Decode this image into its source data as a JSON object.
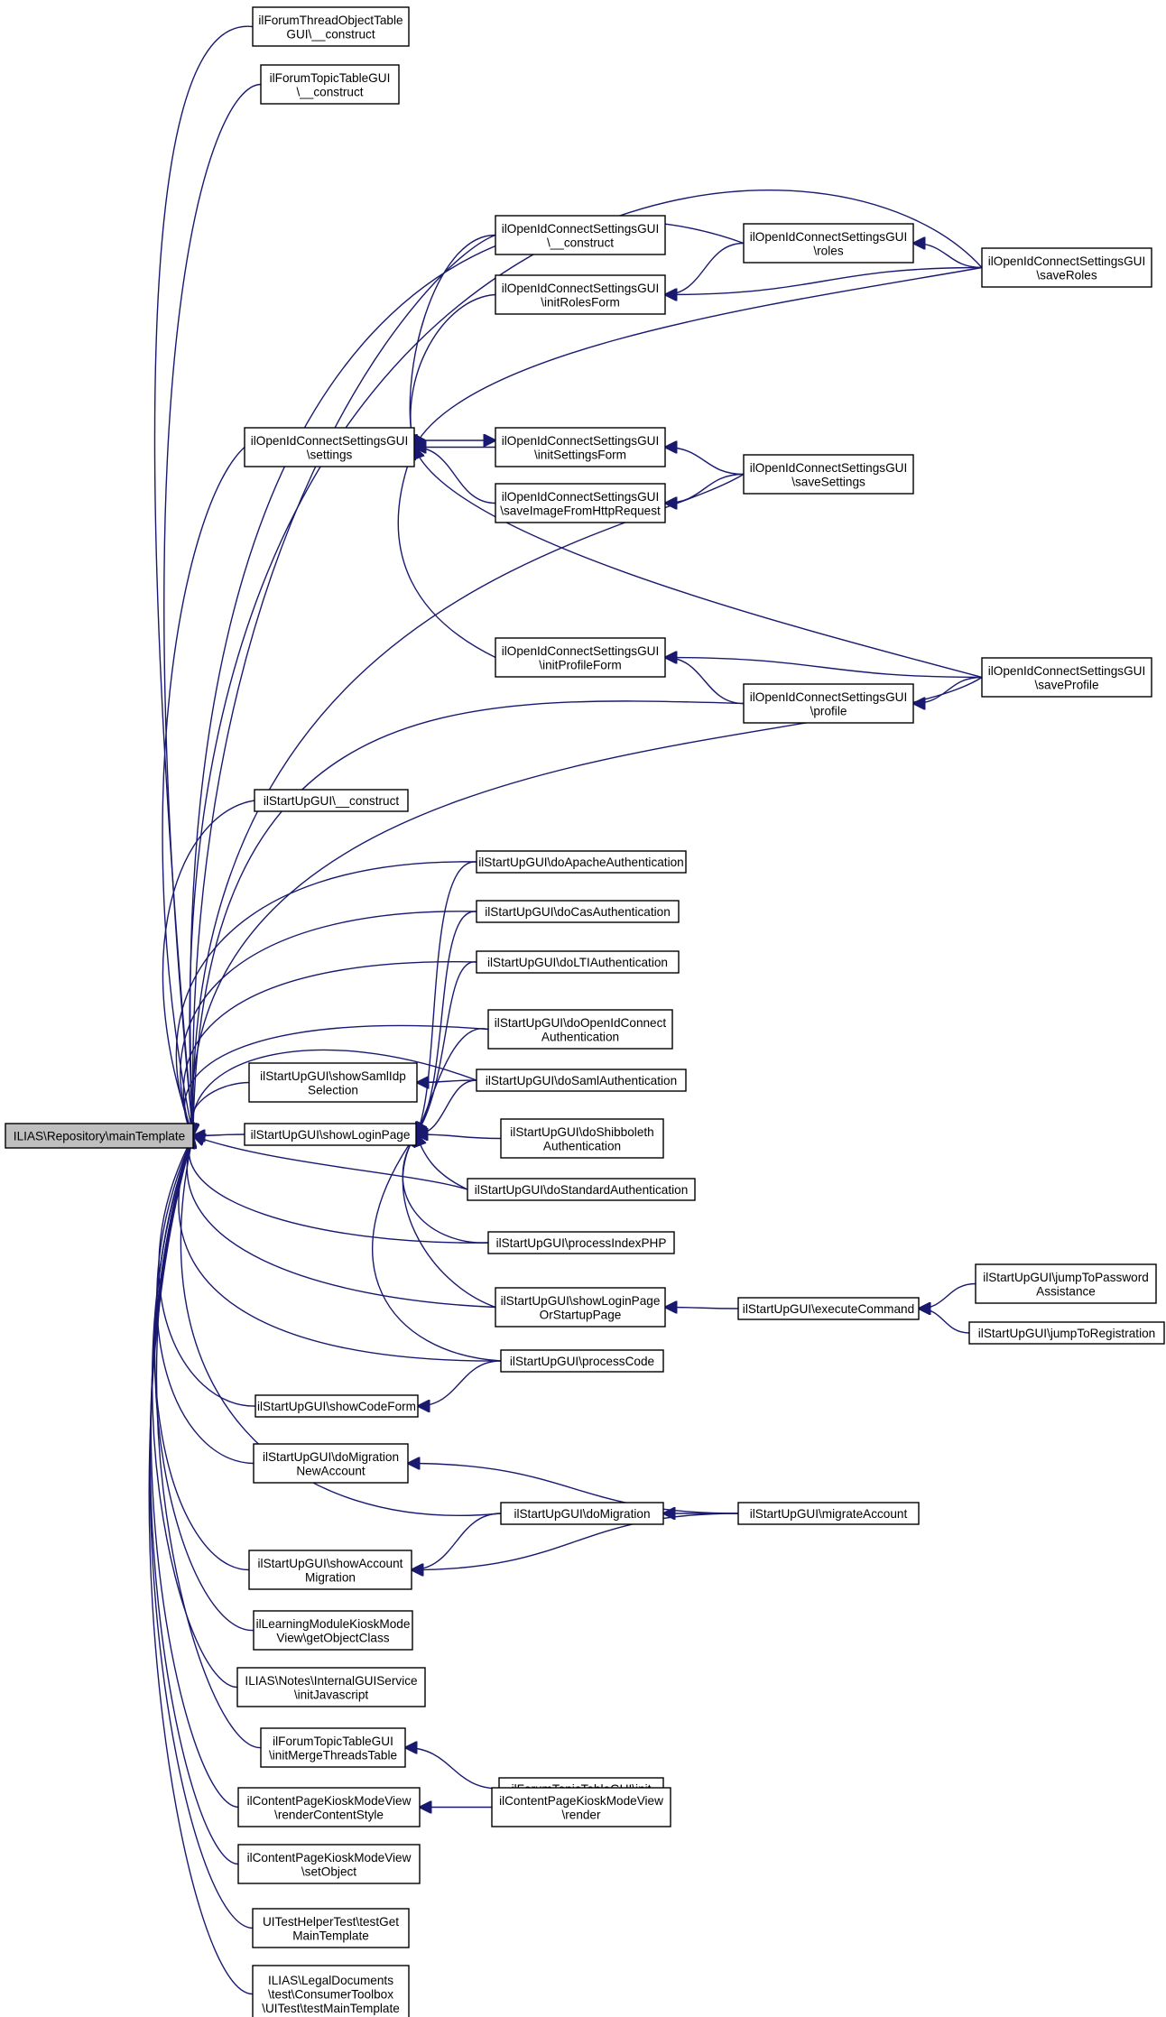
{
  "diagram": {
    "nodes": [
      {
        "id": "root",
        "lines": [
          "ILIAS\\Repository\\mainTemplate"
        ]
      },
      {
        "id": "n1",
        "lines": [
          "ilForumThreadObjectTable",
          "GUI\\__construct"
        ]
      },
      {
        "id": "n2",
        "lines": [
          "ilForumTopicTableGUI",
          "\\__construct"
        ]
      },
      {
        "id": "n3",
        "lines": [
          "ilOpenIdConnectSettingsGUI",
          "\\__construct"
        ]
      },
      {
        "id": "n4",
        "lines": [
          "ilOpenIdConnectSettingsGUI",
          "\\roles"
        ]
      },
      {
        "id": "n5",
        "lines": [
          "ilOpenIdConnectSettingsGUI",
          "\\saveRoles"
        ]
      },
      {
        "id": "n6",
        "lines": [
          "ilOpenIdConnectSettingsGUI",
          "\\initRolesForm"
        ]
      },
      {
        "id": "n7",
        "lines": [
          "ilOpenIdConnectSettingsGUI",
          "\\settings"
        ]
      },
      {
        "id": "n8",
        "lines": [
          "ilOpenIdConnectSettingsGUI",
          "\\initSettingsForm"
        ]
      },
      {
        "id": "n9",
        "lines": [
          "ilOpenIdConnectSettingsGUI",
          "\\saveSettings"
        ]
      },
      {
        "id": "n10",
        "lines": [
          "ilOpenIdConnectSettingsGUI",
          "\\saveImageFromHttpRequest"
        ]
      },
      {
        "id": "n11",
        "lines": [
          "ilOpenIdConnectSettingsGUI",
          "\\initProfileForm"
        ]
      },
      {
        "id": "n12",
        "lines": [
          "ilOpenIdConnectSettingsGUI",
          "\\saveProfile"
        ]
      },
      {
        "id": "n13",
        "lines": [
          "ilOpenIdConnectSettingsGUI",
          "\\profile"
        ]
      },
      {
        "id": "n14",
        "lines": [
          "ilStartUpGUI\\__construct"
        ]
      },
      {
        "id": "n15",
        "lines": [
          "ilStartUpGUI\\doApacheAuthentication"
        ]
      },
      {
        "id": "n16",
        "lines": [
          "ilStartUpGUI\\doCasAuthentication"
        ]
      },
      {
        "id": "n17",
        "lines": [
          "ilStartUpGUI\\doLTIAuthentication"
        ]
      },
      {
        "id": "n18",
        "lines": [
          "ilStartUpGUI\\doOpenIdConnect",
          "Authentication"
        ]
      },
      {
        "id": "n19",
        "lines": [
          "ilStartUpGUI\\showSamlIdp",
          "Selection"
        ]
      },
      {
        "id": "n20",
        "lines": [
          "ilStartUpGUI\\doSamlAuthentication"
        ]
      },
      {
        "id": "n21",
        "lines": [
          "ilStartUpGUI\\showLoginPage"
        ]
      },
      {
        "id": "n22",
        "lines": [
          "ilStartUpGUI\\doShibboleth",
          "Authentication"
        ]
      },
      {
        "id": "n23",
        "lines": [
          "ilStartUpGUI\\doStandardAuthentication"
        ]
      },
      {
        "id": "n24",
        "lines": [
          "ilStartUpGUI\\processIndexPHP"
        ]
      },
      {
        "id": "n25",
        "lines": [
          "ilStartUpGUI\\showLoginPage",
          "OrStartupPage"
        ]
      },
      {
        "id": "n26",
        "lines": [
          "ilStartUpGUI\\executeCommand"
        ]
      },
      {
        "id": "n27",
        "lines": [
          "ilStartUpGUI\\jumpToPassword",
          "Assistance"
        ]
      },
      {
        "id": "n28",
        "lines": [
          "ilStartUpGUI\\jumpToRegistration"
        ]
      },
      {
        "id": "n29",
        "lines": [
          "ilStartUpGUI\\processCode"
        ]
      },
      {
        "id": "n30",
        "lines": [
          "ilStartUpGUI\\showCodeForm"
        ]
      },
      {
        "id": "n31",
        "lines": [
          "ilStartUpGUI\\doMigration",
          "NewAccount"
        ]
      },
      {
        "id": "n32",
        "lines": [
          "ilStartUpGUI\\doMigration"
        ]
      },
      {
        "id": "n33",
        "lines": [
          "ilStartUpGUI\\migrateAccount"
        ]
      },
      {
        "id": "n34",
        "lines": [
          "ilStartUpGUI\\showAccount",
          "Migration"
        ]
      },
      {
        "id": "n35",
        "lines": [
          "ilLearningModuleKioskMode",
          "View\\getObjectClass"
        ]
      },
      {
        "id": "n36",
        "lines": [
          "ILIAS\\Notes\\InternalGUIService",
          "\\initJavascript"
        ]
      },
      {
        "id": "n37",
        "lines": [
          "ilForumTopicTableGUI",
          "\\initMergeThreadsTable"
        ]
      },
      {
        "id": "n38",
        "lines": [
          "ilForumTopicTableGUI\\init"
        ]
      },
      {
        "id": "n39",
        "lines": [
          "ilContentPageKioskModeView",
          "\\renderContentStyle"
        ]
      },
      {
        "id": "n40",
        "lines": [
          "ilContentPageKioskModeView",
          "\\render"
        ]
      },
      {
        "id": "n41",
        "lines": [
          "ilContentPageKioskModeView",
          "\\setObject"
        ]
      },
      {
        "id": "n42",
        "lines": [
          "UITestHelperTest\\testGet",
          "MainTemplate"
        ]
      },
      {
        "id": "n43",
        "lines": [
          "ILIAS\\LegalDocuments",
          "\\test\\ConsumerToolbox",
          "\\UITest\\testMainTemplate"
        ]
      }
    ],
    "edges": [
      {
        "from": "n1",
        "to": "root"
      },
      {
        "from": "n2",
        "to": "root"
      },
      {
        "from": "n3",
        "to": "root"
      },
      {
        "from": "n4",
        "to": "root"
      },
      {
        "from": "n5",
        "to": "root"
      },
      {
        "from": "n7",
        "to": "root"
      },
      {
        "from": "n9",
        "to": "root"
      },
      {
        "from": "n13",
        "to": "root"
      },
      {
        "from": "n12",
        "to": "root"
      },
      {
        "from": "n14",
        "to": "root"
      },
      {
        "from": "n15",
        "to": "root"
      },
      {
        "from": "n16",
        "to": "root"
      },
      {
        "from": "n17",
        "to": "root"
      },
      {
        "from": "n18",
        "to": "root"
      },
      {
        "from": "n20",
        "to": "root"
      },
      {
        "from": "n19",
        "to": "root"
      },
      {
        "from": "n21",
        "to": "root"
      },
      {
        "from": "n23",
        "to": "root"
      },
      {
        "from": "n24",
        "to": "root"
      },
      {
        "from": "n25",
        "to": "root"
      },
      {
        "from": "n29",
        "to": "root"
      },
      {
        "from": "n30",
        "to": "root"
      },
      {
        "from": "n31",
        "to": "root"
      },
      {
        "from": "n32",
        "to": "root"
      },
      {
        "from": "n34",
        "to": "root"
      },
      {
        "from": "n35",
        "to": "root"
      },
      {
        "from": "n36",
        "to": "root"
      },
      {
        "from": "n37",
        "to": "root"
      },
      {
        "from": "n39",
        "to": "root"
      },
      {
        "from": "n41",
        "to": "root"
      },
      {
        "from": "n42",
        "to": "root"
      },
      {
        "from": "n43",
        "to": "root"
      },
      {
        "from": "n3",
        "to": "n7"
      },
      {
        "from": "n6",
        "to": "n7"
      },
      {
        "from": "n8",
        "to": "n7"
      },
      {
        "from": "n10",
        "to": "n7"
      },
      {
        "from": "n11",
        "to": "n7"
      },
      {
        "from": "n5",
        "to": "n7"
      },
      {
        "from": "n12",
        "to": "n7"
      },
      {
        "from": "n7",
        "to": "n8"
      },
      {
        "from": "n4",
        "to": "n6"
      },
      {
        "from": "n5",
        "to": "n6"
      },
      {
        "from": "n5",
        "to": "n4"
      },
      {
        "from": "n9",
        "to": "n8"
      },
      {
        "from": "n9",
        "to": "n10"
      },
      {
        "from": "n12",
        "to": "n11"
      },
      {
        "from": "n13",
        "to": "n11"
      },
      {
        "from": "n12",
        "to": "n13"
      },
      {
        "from": "n15",
        "to": "n21"
      },
      {
        "from": "n16",
        "to": "n21"
      },
      {
        "from": "n17",
        "to": "n21"
      },
      {
        "from": "n18",
        "to": "n21"
      },
      {
        "from": "n20",
        "to": "n21"
      },
      {
        "from": "n22",
        "to": "n21"
      },
      {
        "from": "n23",
        "to": "n21"
      },
      {
        "from": "n24",
        "to": "n21"
      },
      {
        "from": "n25",
        "to": "n21"
      },
      {
        "from": "n29",
        "to": "n21"
      },
      {
        "from": "n20",
        "to": "n19"
      },
      {
        "from": "n26",
        "to": "n25"
      },
      {
        "from": "n27",
        "to": "n26"
      },
      {
        "from": "n28",
        "to": "n26"
      },
      {
        "from": "n29",
        "to": "n30"
      },
      {
        "from": "n33",
        "to": "n31"
      },
      {
        "from": "n33",
        "to": "n32"
      },
      {
        "from": "n32",
        "to": "n34"
      },
      {
        "from": "n33",
        "to": "n34"
      },
      {
        "from": "n38",
        "to": "n37"
      },
      {
        "from": "n40",
        "to": "n39"
      }
    ]
  }
}
